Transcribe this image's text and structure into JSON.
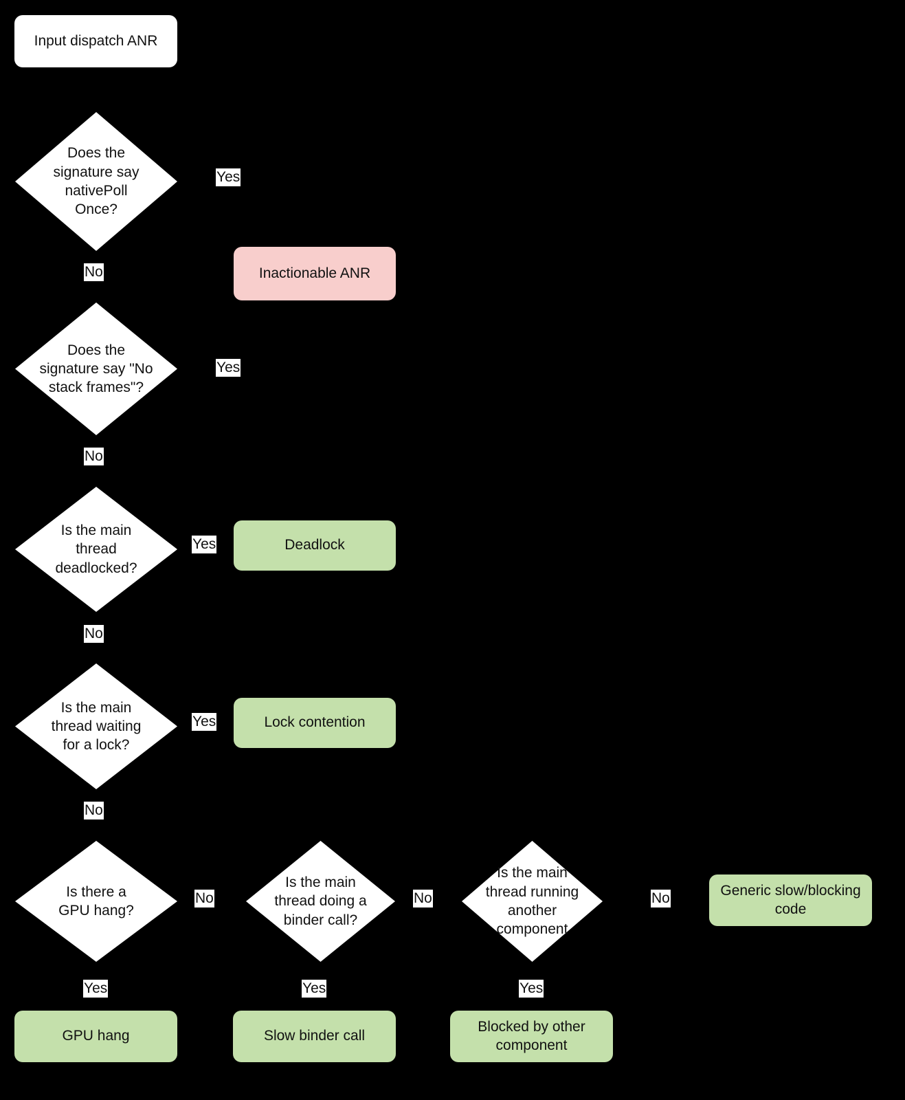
{
  "diagram": {
    "title": "Input dispatch ANR triage flowchart",
    "type": "flowchart",
    "background_color": "#000000",
    "palette": {
      "start_fill": "#ffffff",
      "decision_fill": "#ffffff",
      "inactionable_fill": "#f8cecc",
      "outcome_fill": "#c4e0ab",
      "text_color": "#111111",
      "edge_label_fill": "#ffffff"
    },
    "nodes": [
      {
        "id": "start",
        "shape": "rounded-rect",
        "fill": "white",
        "text": "Input dispatch ANR"
      },
      {
        "id": "q_nativepoll",
        "shape": "diamond",
        "fill": "white",
        "text": "Does the\nsignature say\nnativePoll\nOnce?"
      },
      {
        "id": "inactionable",
        "shape": "rounded-rect",
        "fill": "pink",
        "text": "Inactionable ANR"
      },
      {
        "id": "q_nostack",
        "shape": "diamond",
        "fill": "white",
        "text": "Does the\nsignature say \"No\nstack frames\"?"
      },
      {
        "id": "q_deadlock",
        "shape": "diamond",
        "fill": "white",
        "text": "Is the main\nthread\ndeadlocked?"
      },
      {
        "id": "deadlock",
        "shape": "rounded-rect",
        "fill": "green",
        "text": "Deadlock"
      },
      {
        "id": "q_lock",
        "shape": "diamond",
        "fill": "white",
        "text": "Is the main\nthread waiting\nfor a lock?"
      },
      {
        "id": "lock",
        "shape": "rounded-rect",
        "fill": "green",
        "text": "Lock contention"
      },
      {
        "id": "q_gpu",
        "shape": "diamond",
        "fill": "white",
        "text": "Is there a\nGPU hang?"
      },
      {
        "id": "gpu",
        "shape": "rounded-rect",
        "fill": "green",
        "text": "GPU hang"
      },
      {
        "id": "q_binder",
        "shape": "diamond",
        "fill": "white",
        "text": "Is the main\nthread doing a\nbinder call?"
      },
      {
        "id": "binder",
        "shape": "rounded-rect",
        "fill": "green",
        "text": "Slow binder call"
      },
      {
        "id": "q_component",
        "shape": "diamond",
        "fill": "white",
        "text": "Is the main\nthread running\nanother\ncomponent"
      },
      {
        "id": "component",
        "shape": "rounded-rect",
        "fill": "green",
        "text": "Blocked by other\ncomponent"
      },
      {
        "id": "generic",
        "shape": "rounded-rect",
        "fill": "green",
        "text": "Generic\nslow/blocking code"
      }
    ],
    "edge_labels": {
      "nativepoll_yes": "Yes",
      "nativepoll_no": "No",
      "nostack_yes": "Yes",
      "nostack_no": "No",
      "deadlock_yes": "Yes",
      "deadlock_no": "No",
      "lock_yes": "Yes",
      "lock_no": "No",
      "gpu_no": "No",
      "gpu_yes": "Yes",
      "binder_no": "No",
      "binder_yes": "Yes",
      "component_no": "No",
      "component_yes": "Yes"
    },
    "edges": [
      {
        "from": "start",
        "to": "q_nativepoll",
        "label": ""
      },
      {
        "from": "q_nativepoll",
        "to": "inactionable",
        "label": "Yes"
      },
      {
        "from": "q_nativepoll",
        "to": "q_nostack",
        "label": "No"
      },
      {
        "from": "q_nostack",
        "to": "inactionable",
        "label": "Yes"
      },
      {
        "from": "q_nostack",
        "to": "q_deadlock",
        "label": "No"
      },
      {
        "from": "q_deadlock",
        "to": "deadlock",
        "label": "Yes"
      },
      {
        "from": "q_deadlock",
        "to": "q_lock",
        "label": "No"
      },
      {
        "from": "q_lock",
        "to": "lock",
        "label": "Yes"
      },
      {
        "from": "q_lock",
        "to": "q_gpu",
        "label": "No"
      },
      {
        "from": "q_gpu",
        "to": "gpu",
        "label": "Yes"
      },
      {
        "from": "q_gpu",
        "to": "q_binder",
        "label": "No"
      },
      {
        "from": "q_binder",
        "to": "binder",
        "label": "Yes"
      },
      {
        "from": "q_binder",
        "to": "q_component",
        "label": "No"
      },
      {
        "from": "q_component",
        "to": "component",
        "label": "Yes"
      },
      {
        "from": "q_component",
        "to": "generic",
        "label": "No"
      }
    ]
  }
}
